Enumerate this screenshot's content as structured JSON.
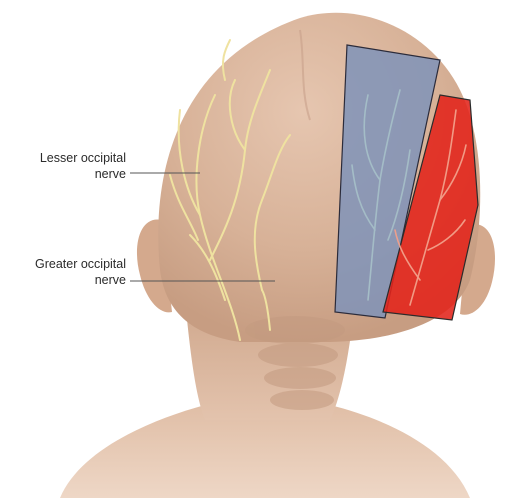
{
  "labels": {
    "lesser_occipital": [
      "Lesser occipital",
      "nerve"
    ],
    "greater_occipital": [
      "Greater occipital",
      "nerve"
    ]
  },
  "colors": {
    "background": "#ffffff",
    "skin": "#d9b49c",
    "nerve": "#efe2a0",
    "blue_zone": "#7f93b8",
    "red_zone": "#e2231a",
    "leader_line": "#555555"
  },
  "icons": [
    "head-back-illustration",
    "nerve-branches",
    "blue-pain-zone",
    "red-pain-zone",
    "cervical-spine"
  ]
}
